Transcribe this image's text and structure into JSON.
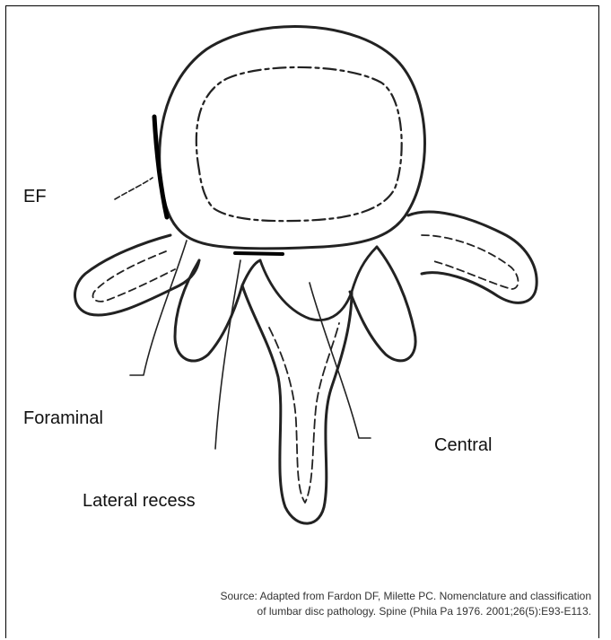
{
  "labels": {
    "ef": "EF",
    "foraminal": "Foraminal",
    "lateral_recess": "Lateral recess",
    "central": "Central"
  },
  "source": {
    "line1": "Source: Adapted from Fardon DF, Milette PC. Nomenclature and classification",
    "line2": "of lumbar disc pathology. Spine (Phila Pa 1976. 2001;26(5):E93-E113."
  }
}
